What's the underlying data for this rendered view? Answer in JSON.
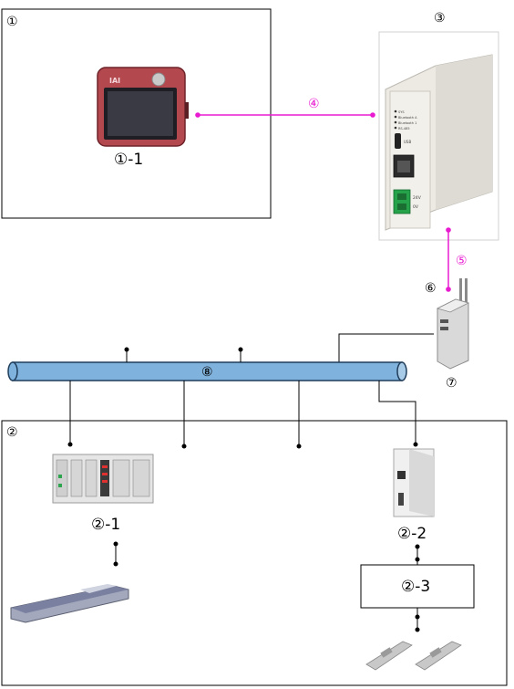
{
  "labels": {
    "n1": "①",
    "n1_1": "①-1",
    "n2": "②",
    "n2_1": "②-1",
    "n2_2": "②-2",
    "n2_3": "②-3",
    "n3": "③",
    "n4": "④",
    "n5": "⑤",
    "n6": "⑥",
    "n7": "⑦",
    "n8": "⑧"
  },
  "device_texts": {
    "brand": "IAI",
    "status_leds": [
      "SYS",
      "Bluetooth A",
      "Bluetooth 1",
      "RS-485"
    ],
    "usb": "USB",
    "power": [
      "24V",
      "0V"
    ]
  },
  "colors": {
    "link_pink": "#e81bd0",
    "bus_fill": "#7fb2dd",
    "bus_stroke": "#1f3d5a",
    "line": "#000000"
  }
}
